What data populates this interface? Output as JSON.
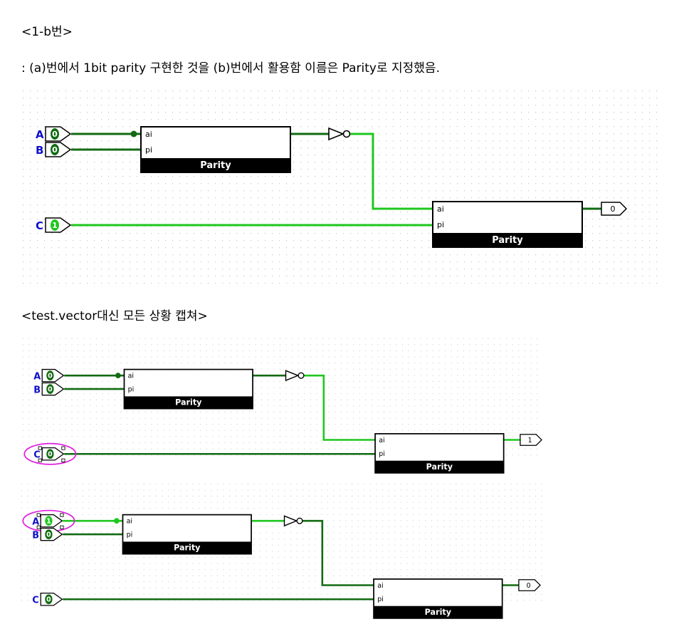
{
  "text": {
    "line1": "<1-b번>",
    "line2": ": (a)번에서 1bit parity 구현한 것을 (b)번에서 활용함 이름은 Parity로 지정했음.",
    "line3": "<test.vector대신 모든 상황 캡쳐>"
  },
  "colors": {
    "wire_on": "#1ec71e",
    "wire_off": "#126b12",
    "label": "#1010cc",
    "grid": "#c8c8c8",
    "select": "#e01ee0"
  },
  "circuits": [
    {
      "inputs": {
        "A": "0",
        "B": "0",
        "C": "1"
      },
      "output": "0",
      "block_title": "Parity",
      "pin_ai": "ai",
      "pin_pi": "pi",
      "selected_input": ""
    },
    {
      "inputs": {
        "A": "0",
        "B": "0",
        "C": "0"
      },
      "output": "1",
      "block_title": "Parity",
      "pin_ai": "ai",
      "pin_pi": "pi",
      "selected_input": "C"
    },
    {
      "inputs": {
        "A": "1",
        "B": "0",
        "C": "0"
      },
      "output": "0",
      "block_title": "Parity",
      "pin_ai": "ai",
      "pin_pi": "pi",
      "selected_input": "A"
    }
  ]
}
